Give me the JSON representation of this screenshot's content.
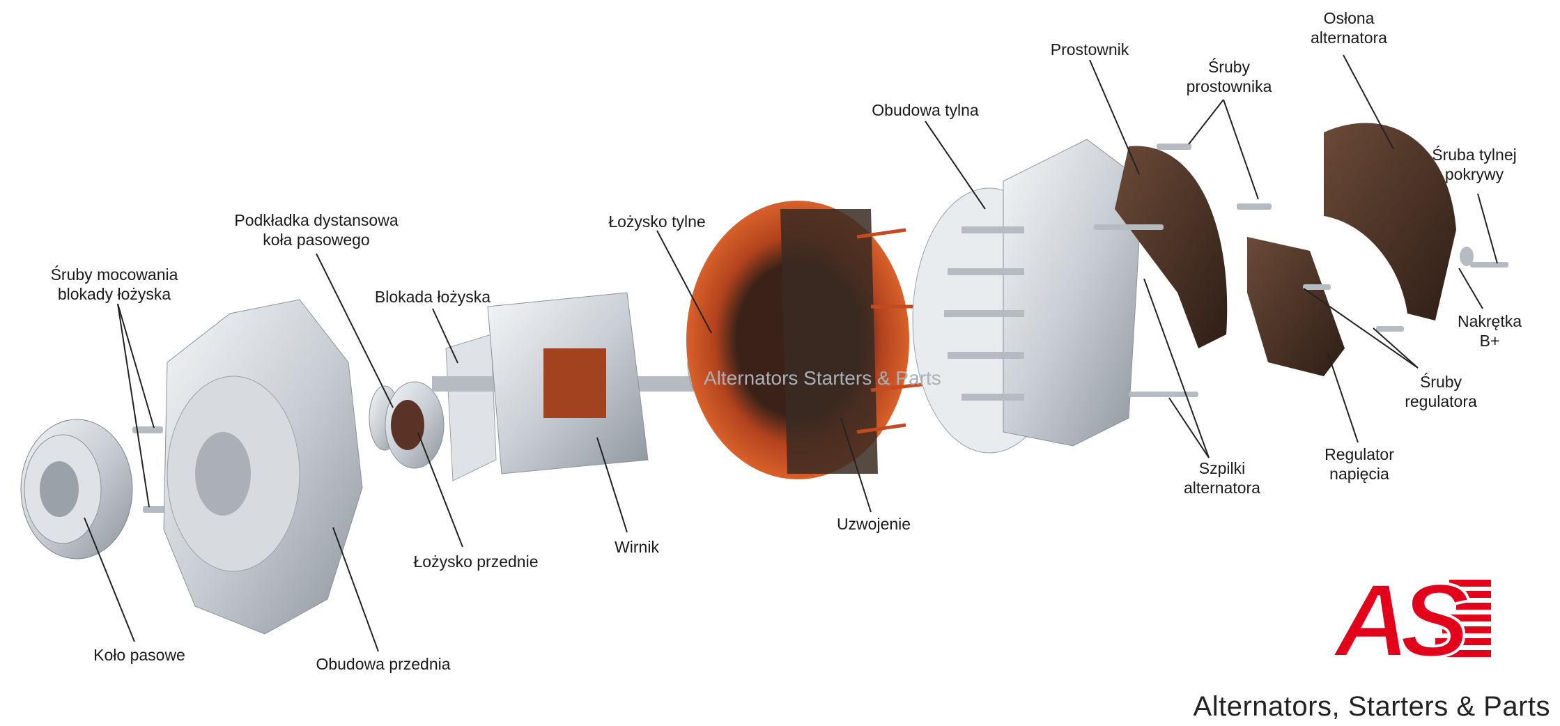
{
  "labels": {
    "bearing_lock_screws": [
      "Śruby mocowania",
      "blokady łożyska"
    ],
    "pulley_spacer": [
      "Podkładka dystansowa",
      "koła pasowego"
    ],
    "bearing_lock": "Blokada łożyska",
    "rear_bearing": "Łożysko tylne",
    "rear_housing": "Obudowa tylna",
    "rectifier": "Prostownik",
    "rectifier_screws": [
      "Śruby",
      "prostownika"
    ],
    "alternator_cover": [
      "Osłona",
      "alternatora"
    ],
    "rear_cover_screw": [
      "Śruba tylnej",
      "pokrywy"
    ],
    "b_plus_nut": [
      "Nakrętka",
      "B+"
    ],
    "regulator_screws": [
      "Śruby",
      "regulatora"
    ],
    "voltage_regulator": [
      "Regulator",
      "napięcia"
    ],
    "alternator_studs": [
      "Szpilki",
      "alternatora"
    ],
    "stator_winding": "Uzwojenie",
    "rotor": "Wirnik",
    "front_bearing": "Łożysko przednie",
    "pulley": "Koło pasowe",
    "front_housing": "Obudowa przednia"
  },
  "watermark": "Alternators Starters & Parts",
  "logo": {
    "mark": "AS",
    "tagline": "Alternators, Starters & Parts",
    "color": "#e2001a"
  }
}
